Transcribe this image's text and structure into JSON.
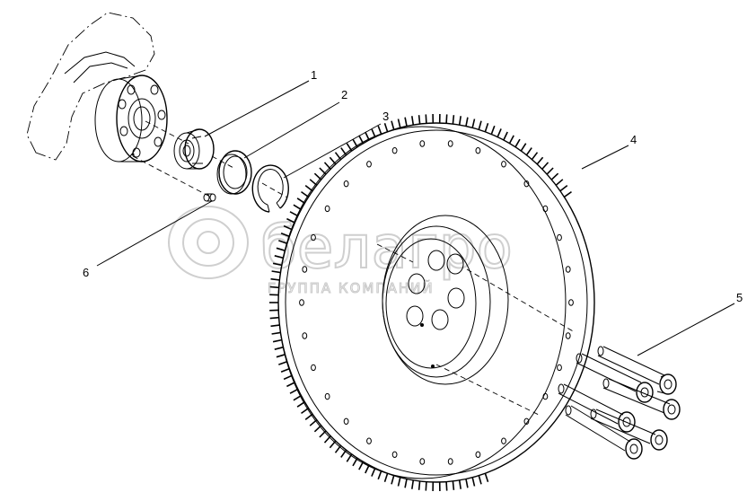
{
  "callouts": [
    {
      "id": "1",
      "text": "1"
    },
    {
      "id": "2",
      "text": "2"
    },
    {
      "id": "3",
      "text": "3"
    },
    {
      "id": "4",
      "text": "4"
    },
    {
      "id": "5",
      "text": "5"
    },
    {
      "id": "6",
      "text": "6"
    }
  ],
  "watermark": {
    "brand": "белагро",
    "subtitle": "ГРУППА КОМПАНИЙ"
  },
  "colors": {
    "line": "#000000",
    "watermark": "#cfcfcf",
    "background": "#ffffff"
  }
}
